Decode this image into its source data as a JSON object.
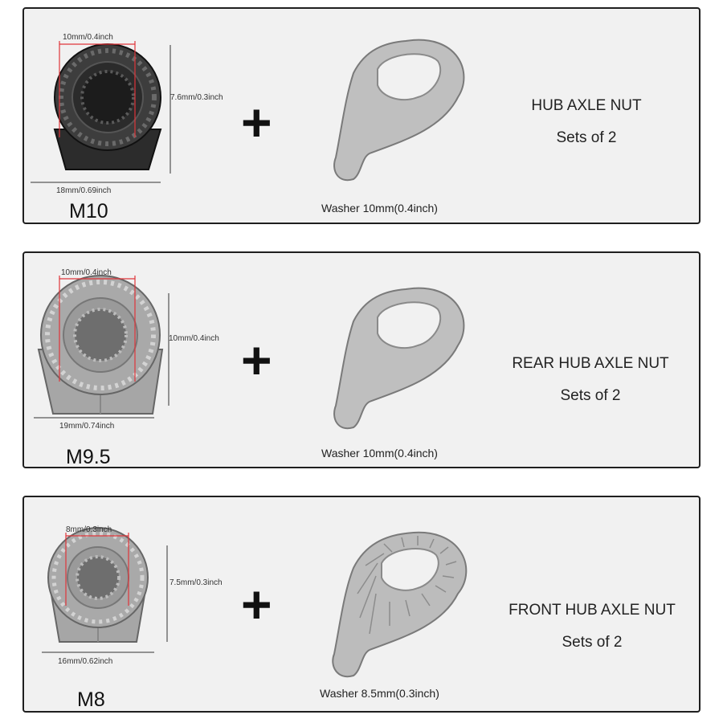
{
  "panels": [
    {
      "nut_finish": "dark",
      "nut_color": "#3d3d3d",
      "size": "M10",
      "thread_dim": "10mm/0.4inch",
      "height_dim": "7.6mm/0.3inch",
      "width_dim": "18mm/0.69inch",
      "plus": "+",
      "washer_type": "smooth",
      "washer_caption": "Washer 10mm(0.4inch)",
      "title": "HUB AXLE NUT",
      "subtitle": "Sets of 2"
    },
    {
      "nut_finish": "silver",
      "nut_color": "#a9a9a9",
      "size": "M9.5",
      "thread_dim": "10mm/0.4inch",
      "height_dim": "10mm/0.4inch",
      "width_dim": "19mm/0.74inch",
      "plus": "+",
      "washer_type": "smooth",
      "washer_caption": "Washer 10mm(0.4inch)",
      "title": "REAR HUB AXLE NUT",
      "subtitle": "Sets of 2"
    },
    {
      "nut_finish": "silver",
      "nut_color": "#a9a9a9",
      "size": "M8",
      "thread_dim": "8mm/0.3inch",
      "height_dim": "7.5mm/0.3inch",
      "width_dim": "16mm/0.62inch",
      "plus": "+",
      "washer_type": "serrated",
      "washer_caption": "Washer 8.5mm(0.3inch)",
      "title": "FRONT HUB AXLE NUT",
      "subtitle": "Sets of 2"
    }
  ],
  "colors": {
    "dimension_line": "#e0353a",
    "panel_background": "#f1f1f1",
    "panel_border": "#1f1f1f"
  }
}
